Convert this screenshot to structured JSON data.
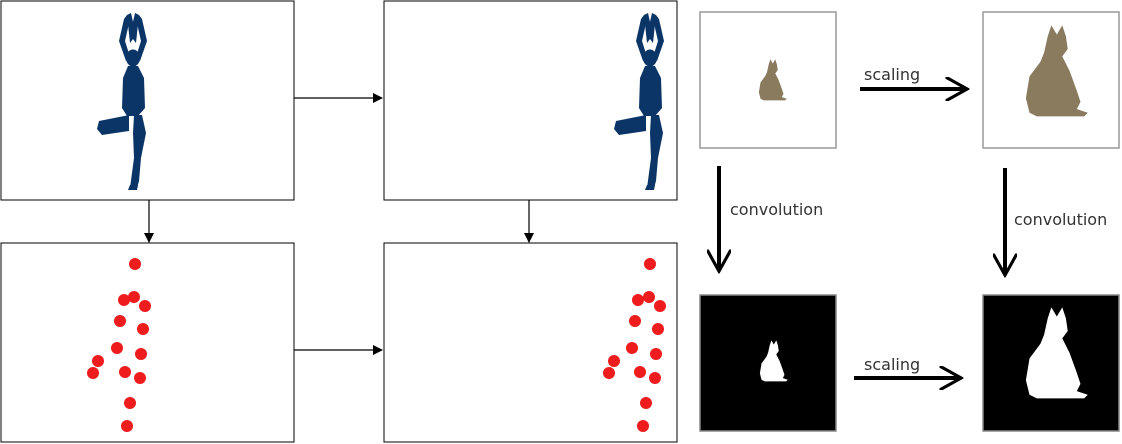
{
  "colors": {
    "figure": "#0b3567",
    "keypoint": "#ee1c1c",
    "frame": "#000000",
    "thumb_border": "#999999",
    "cat": "#8a7a5e",
    "mask_bg": "#000000",
    "mask_fg": "#ffffff"
  },
  "icons": {
    "pose": "tree-pose-silhouette-icon",
    "cat": "sitting-cat-icon"
  },
  "labels": {
    "scaling_top": "scaling",
    "scaling_bottom": "scaling",
    "convolution_left": "convolution",
    "convolution_right": "convolution"
  }
}
